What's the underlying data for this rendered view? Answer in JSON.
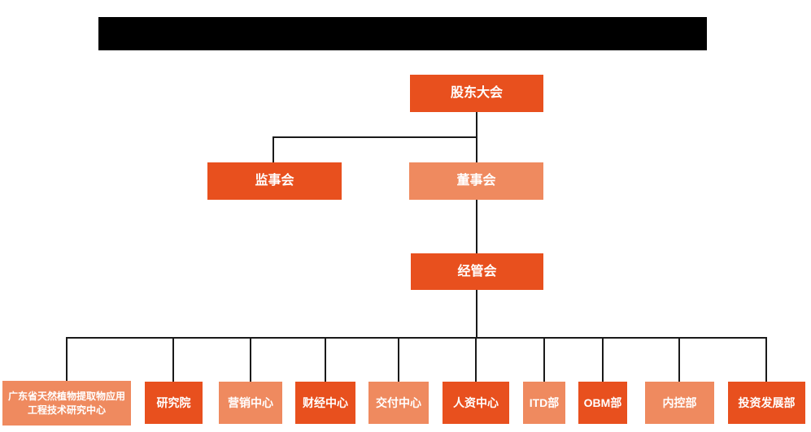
{
  "colors": {
    "primary": "#E8501E",
    "secondary": "#EF8A5F",
    "line": "#1a1a1a",
    "redaction": "#000000"
  },
  "org_chart": {
    "type": "organization-hierarchy",
    "levels": {
      "shareholders": {
        "label": "股东大会",
        "variant": "primary"
      },
      "supervisory_board": {
        "label": "监事会",
        "variant": "primary"
      },
      "board_of_directors": {
        "label": "董事会",
        "variant": "secondary"
      },
      "management_committee": {
        "label": "经管会",
        "variant": "primary"
      }
    },
    "departments": [
      {
        "label": "广东省天然植物提取物应用工程技术研究中心",
        "variant": "secondary"
      },
      {
        "label": "研究院",
        "variant": "primary"
      },
      {
        "label": "营销中心",
        "variant": "secondary"
      },
      {
        "label": "财经中心",
        "variant": "primary"
      },
      {
        "label": "交付中心",
        "variant": "secondary"
      },
      {
        "label": "人资中心",
        "variant": "primary"
      },
      {
        "label": "ITD部",
        "variant": "secondary"
      },
      {
        "label": "OBM部",
        "variant": "primary"
      },
      {
        "label": "内控部",
        "variant": "secondary"
      },
      {
        "label": "投资发展部",
        "variant": "primary"
      }
    ]
  }
}
